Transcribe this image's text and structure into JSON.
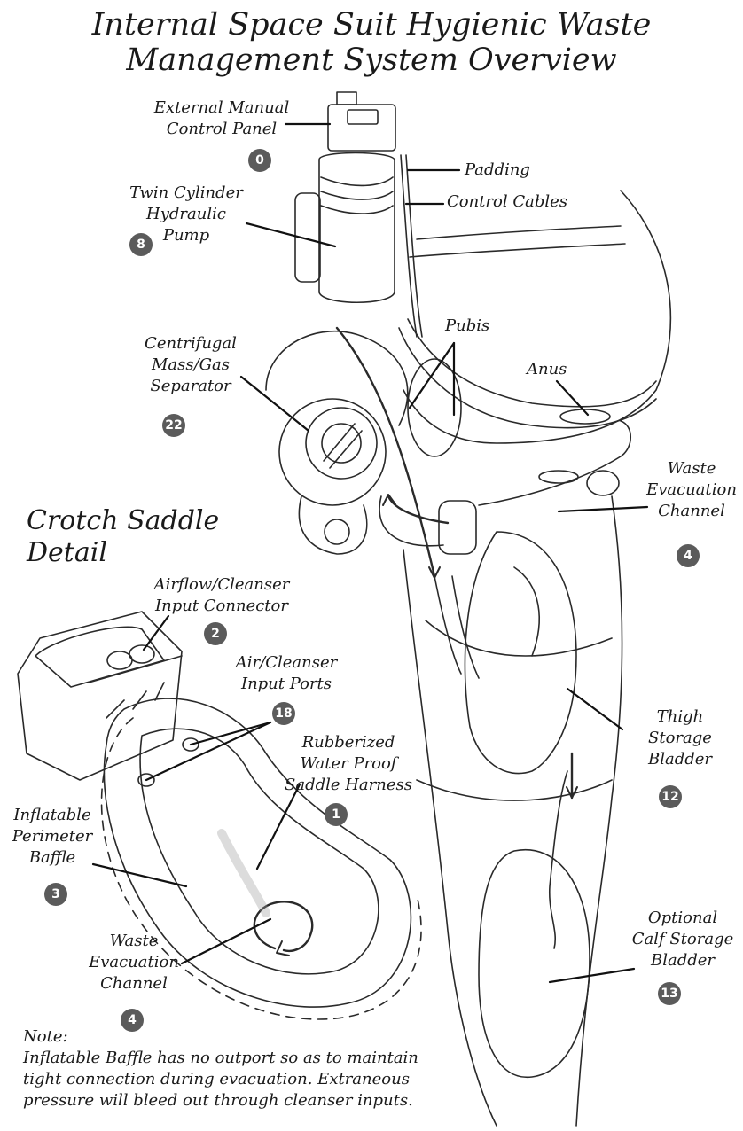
{
  "title": {
    "line1": "Internal Space Suit Hygienic Waste",
    "line2": "Management System Overview"
  },
  "subtitle": {
    "line1": "Crotch Saddle",
    "line2": "Detail"
  },
  "labels": {
    "control_panel": {
      "lines": [
        "External Manual",
        "Control Panel"
      ],
      "number": "0"
    },
    "padding": {
      "text": "Padding"
    },
    "control_cables": {
      "text": "Control Cables"
    },
    "pump": {
      "lines": [
        "Twin Cylinder",
        "Hydraulic",
        "Pump"
      ],
      "number": "8"
    },
    "pubis": {
      "text": "Pubis"
    },
    "anus": {
      "text": "Anus"
    },
    "separator": {
      "lines": [
        "Centrifugal",
        "Mass/Gas",
        "Separator"
      ],
      "number": "22"
    },
    "waste_channel_main": {
      "lines": [
        "Waste",
        "Evacuation",
        "Channel"
      ],
      "number": "4"
    },
    "airflow_connector": {
      "lines": [
        "Airflow/Cleanser",
        "Input Connector"
      ],
      "number": "2"
    },
    "input_ports": {
      "lines": [
        "Air/Cleanser",
        "Input Ports"
      ],
      "number": "18"
    },
    "saddle_harness": {
      "lines": [
        "Rubberized",
        "Water Proof",
        "Saddle Harness"
      ],
      "number": "1"
    },
    "thigh_bladder": {
      "lines": [
        "Thigh",
        "Storage",
        "Bladder"
      ],
      "number": "12"
    },
    "baffle": {
      "lines": [
        "Inflatable",
        "Perimeter",
        "Baffle"
      ],
      "number": "3"
    },
    "waste_channel_detail": {
      "lines": [
        "Waste",
        "Evacuation",
        "Channel"
      ],
      "number": "4"
    },
    "calf_bladder": {
      "lines": [
        "Optional",
        "Calf Storage",
        "Bladder"
      ],
      "number": "13"
    }
  },
  "note": {
    "heading": "Note:",
    "lines": [
      "Inflatable Baffle has no outport so as to maintain",
      "tight connection during evacuation. Extraneous",
      "pressure will bleed out through cleanser inputs."
    ]
  },
  "colors": {
    "ink": "#1a1a1a",
    "badge": "#5b5b5b",
    "paper": "#ffffff"
  }
}
